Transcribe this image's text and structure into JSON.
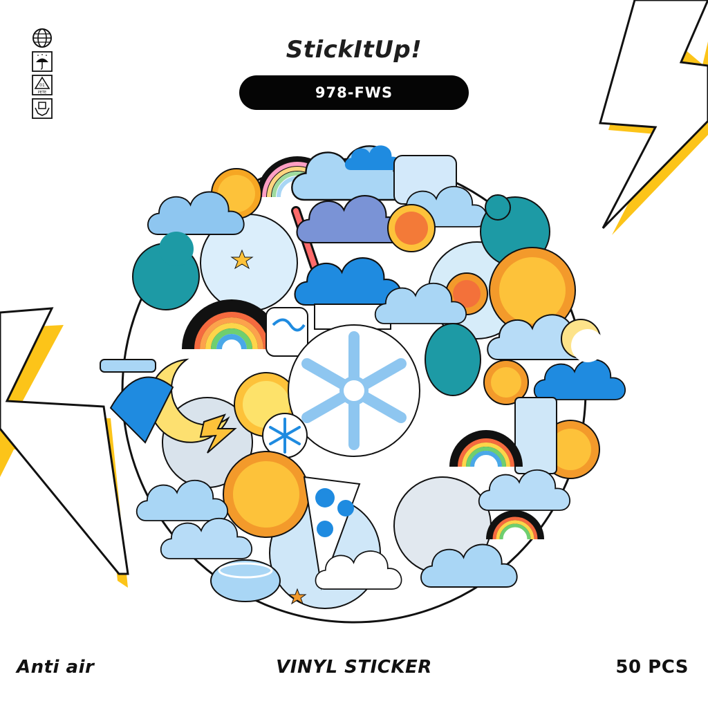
{
  "brand": {
    "name": "StickItUp!"
  },
  "product": {
    "code": "978-FWS"
  },
  "footer": {
    "left_text": "Anti air",
    "center_text": "VINYL STICKER",
    "right_text": "50 PCS"
  },
  "packaging_icons": [
    "globe-icon",
    "keep-dry-umbrella-icon",
    "pete-01-recycle-icon",
    "handle-with-care-icon"
  ],
  "recycle_mark": {
    "number": "01",
    "material": "PETE"
  },
  "colors": {
    "black": "#050505",
    "bolt_yellow": "#fcc419",
    "sky_blue": "#a9d6f5",
    "blue": "#1f8be0",
    "teal": "#1d9aa5",
    "sun_yellow": "#fdc23a",
    "sun_orange": "#f39a2b"
  }
}
